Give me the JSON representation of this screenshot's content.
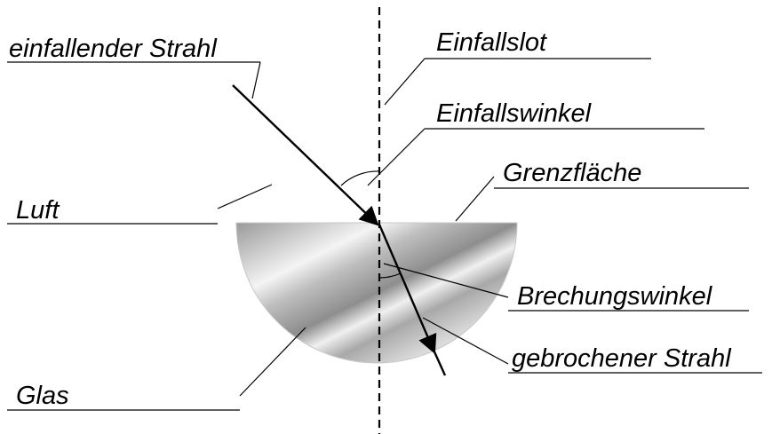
{
  "labels": {
    "einfallender_strahl": "einfallender Strahl",
    "einfallslot": "Einfallslot",
    "einfallswinkel": "Einfallswinkel",
    "grenzflaeche": "Grenzfläche",
    "luft": "Luft",
    "brechungswinkel": "Brechungswinkel",
    "gebrochener_strahl": "gebrochener Strahl",
    "glas": "Glas"
  },
  "colors": {
    "line": "#000000",
    "glass_light": "#f2f2f2",
    "glass_dark": "#8a8a8a"
  }
}
